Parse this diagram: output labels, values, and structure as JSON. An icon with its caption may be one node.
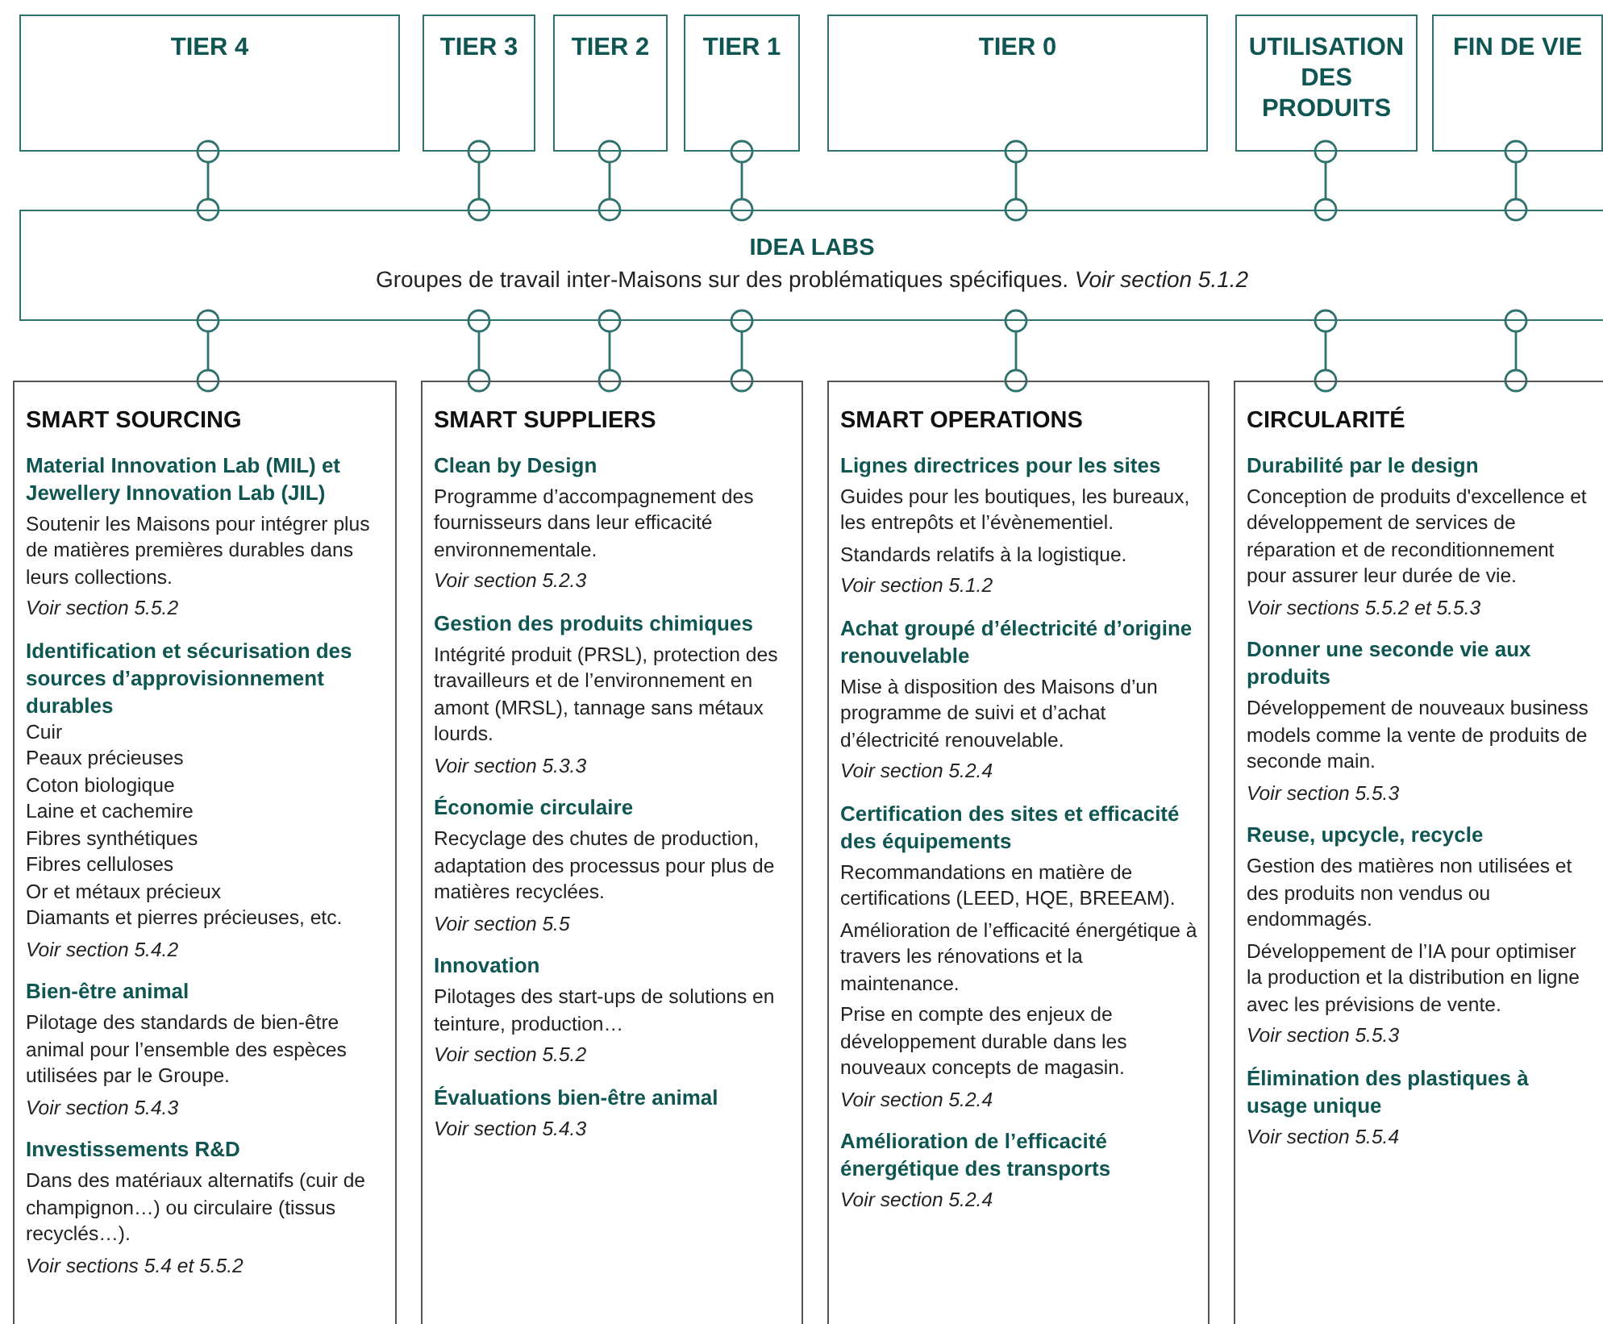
{
  "diagram": {
    "nodes": [
      {
        "text": [
          "TIER 4"
        ]
      },
      {
        "text": [
          "TIER 3"
        ]
      },
      {
        "text": [
          "TIER 2"
        ]
      },
      {
        "text": [
          "TIER 1"
        ]
      },
      {
        "text": [
          "TIER 0"
        ]
      },
      {
        "text": [
          "UTILISATION DES PRODUITS"
        ]
      },
      {
        "text": [
          "FIN DE VIE"
        ]
      },
      {
        "text": [
          "IDEA LABS",
          "Groupes de travail inter-Maisons sur des problématiques spécifiques. *Voir section 5.1.2*"
        ]
      },
      {
        "text": [
          "SMART SOURCING",
          "Material Innovation Lab (MIL) et Jewellery Innovation Lab (JIL)",
          "Soutenir les Maisons pour intégrer plus de matières premières durables dans leurs collections.",
          "Voir section 5.5.2",
          "Identification et sécurisation des sources d’approvisionnement durables",
          "Cuir",
          "Peaux précieuses",
          "Coton biologique",
          "Laine et cachemire",
          "Fibres synthétiques",
          "Fibres celluloses",
          "Or et métaux précieux",
          "Diamants et pierres précieuses, etc.",
          "Voir section 5.4.2",
          "Bien-être animal",
          "Pilotage des standards de bien-être animal pour l’ensemble des espèces utilisées par le Groupe.",
          "Voir section 5.4.3",
          "Investissements R&D",
          "Dans des matériaux alternatifs (cuir de champignon…) ou circulaire (tissus recyclés…).",
          "Voir sections 5.4 et 5.5.2"
        ]
      },
      {
        "text": [
          "SMART SUPPLIERS",
          "Clean by Design",
          "Programme d’accompagnement des fournisseurs dans leur efficacité environnementale.",
          "Voir section 5.2.3",
          "Gestion des produits chimiques",
          "Intégrité produit (PRSL), protection des travailleurs et de l’environnement en amont (MRSL), tannage sans métaux lourds.",
          "Voir section 5.3.3",
          "Économie circulaire",
          "Recyclage des chutes de production, adaptation des processus pour plus de matières recyclées.",
          "Voir section 5.5",
          "Innovation",
          "Pilotages des start-ups de solutions en teinture, production…",
          "Voir section 5.5.2",
          "Évaluations bien-être animal",
          "Voir section 5.4.3"
        ]
      },
      {
        "text": [
          "SMART OPERATIONS",
          "Lignes directrices pour les sites",
          "Guides pour les boutiques, les bureaux, les entrepôts et l’évènementiel.",
          "Standards relatifs à la logistique.",
          "Voir section 5.1.2",
          "Achat groupé d’électricité d’origine renouvelable",
          "Mise à disposition des Maisons d’un programme de suivi et d’achat d’électricité renouvelable.",
          "Voir section 5.2.4",
          "Certification des sites et efficacité des équipements",
          "Recommandations en matière de certifications (LEED, HQE, BREEAM).",
          "Amélioration de l’efficacité énergétique à travers les rénovations et la maintenance.",
          "Prise en compte des enjeux de développement durable dans les nouveaux concepts de magasin.",
          "Voir section 5.2.4",
          "Amélioration de l’efficacité énergétique des transports",
          "Voir section 5.2.4"
        ]
      },
      {
        "text": [
          "CIRCULARITÉ",
          "Durabilité par le design",
          "Conception de produits d'excellence et développement de services de réparation et de reconditionnement pour assurer leur durée de vie.",
          "Voir sections 5.5.2 et 5.5.3",
          "Donner une seconde vie aux produits",
          "Développement de nouveaux business models comme la vente de produits de seconde main.",
          "Voir section 5.5.3",
          "Reuse, upcycle, recycle",
          "Gestion des matières non utilisées et des produits non vendus ou endommagés.",
          "Développement de l’IA pour optimiser la production et la distribution en ligne avec les prévisions de vente.",
          "Voir section 5.5.3",
          "Élimination des plastiques à usage unique",
          "Voir section 5.5.4"
        ]
      }
    ],
    "edges": [
      {
        "from": 0,
        "to": 7,
        "arrow": "other"
      },
      {
        "from": 1,
        "to": 7,
        "arrow": "other"
      },
      {
        "from": 2,
        "to": 7,
        "arrow": "other"
      },
      {
        "from": 3,
        "to": 7,
        "arrow": "other"
      },
      {
        "from": 4,
        "to": 7,
        "arrow": "other"
      },
      {
        "from": 5,
        "to": 7,
        "arrow": "other"
      },
      {
        "from": 6,
        "to": 7,
        "arrow": "other"
      },
      {
        "from": 7,
        "to": 8,
        "arrow": "other"
      },
      {
        "from": 7,
        "to": 9,
        "arrow": "other"
      },
      {
        "from": 7,
        "to": 9,
        "arrow": "other"
      },
      {
        "from": 7,
        "to": 9,
        "arrow": "other"
      },
      {
        "from": 7,
        "to": 10,
        "arrow": "other"
      },
      {
        "from": 7,
        "to": 11,
        "arrow": "other"
      },
      {
        "from": 7,
        "to": 11,
        "arrow": "other"
      }
    ]
  }
}
